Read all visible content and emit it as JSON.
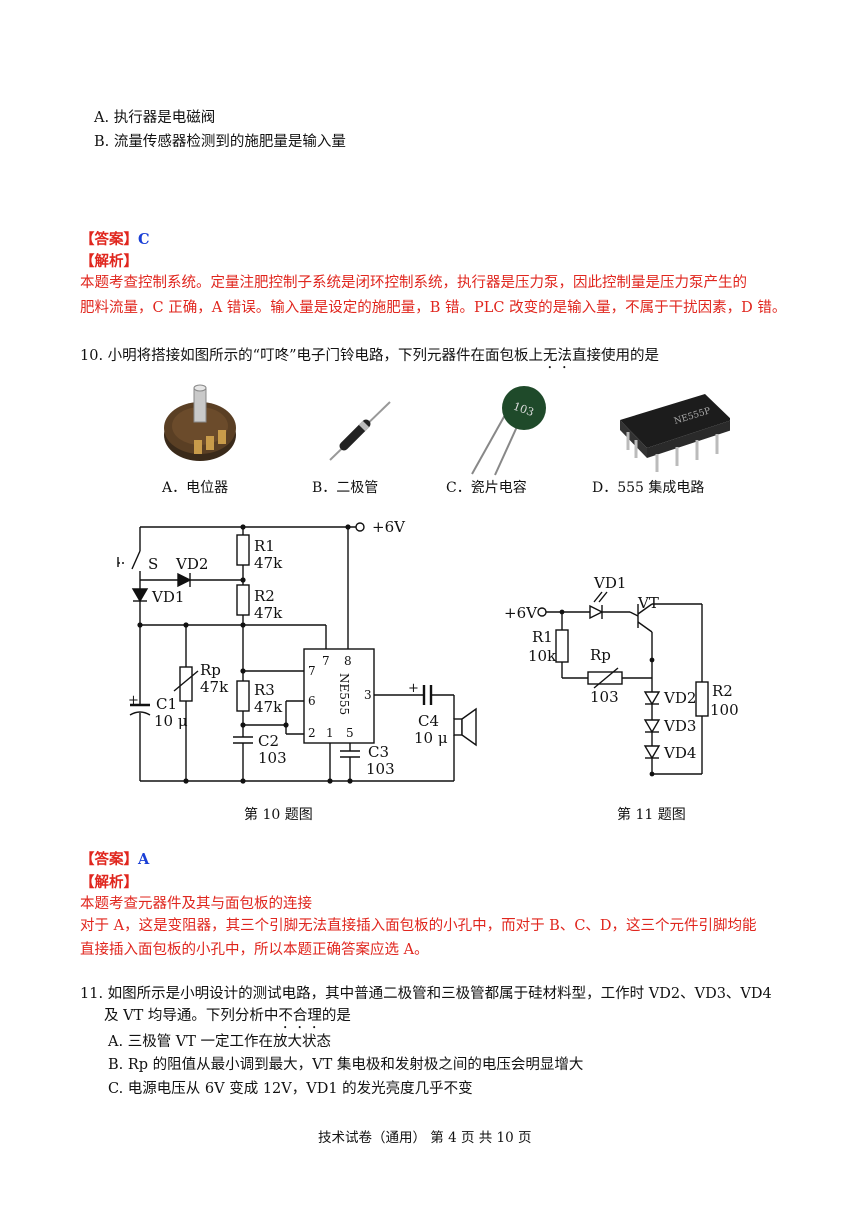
{
  "q9": {
    "optA": "A. 执行器是电磁阀",
    "optB": "B. 流量传感器检测到的施肥量是输入量",
    "ans_label": "【答案】",
    "ans_value": "C",
    "analysis_label": "【解析】",
    "analysis_1": "本题考查控制系统。定量注肥控制子系统是闭环控制系统，执行器是压力泵，因此控制量是压力泵产生的",
    "analysis_2": "肥料流量，C 正确，A 错误。输入量是设定的施肥量，B 错。PLC 改变的是输入量，不属于干扰因素，D 错。"
  },
  "q10": {
    "stem_pre": "10. 小明将搭接如图所示的“叮咚”电子门铃电路，下列元器件在面包板上",
    "stem_emph": "无法",
    "stem_post": "直接使用的是",
    "comp_a": "A．电位器",
    "comp_b": "B．二极管",
    "comp_c": "C．瓷片电容",
    "comp_d": "D．555 集成电路",
    "cap_103": "103",
    "chip_text": "NE555P",
    "fig_caption": "第 10 题图",
    "ans_label": "【答案】",
    "ans_value": "A",
    "analysis_label": "【解析】",
    "analysis_1": "本题考查元器件及其与面包板的连接",
    "analysis_2": "对于 A，这是变阻器，其三个引脚无法直接插入面包板的小孔中，而对于 B、C、D，这三个元件引脚均能",
    "analysis_3": "直接插入面包板的小孔中，所以本题正确答案应选 A。"
  },
  "circuit10": {
    "vcc": "+6V",
    "s": "S",
    "vd2": "VD2",
    "vd1": "VD1",
    "r1": "R1",
    "r1v": "47k",
    "r2": "R2",
    "r2v": "47k",
    "rp": "Rp",
    "rpv": "47k",
    "r3": "R3",
    "r3v": "47k",
    "c1": "C1",
    "c1v": "10 μ",
    "c2": "C2",
    "c2v": "103",
    "c3": "C3",
    "c3v": "103",
    "c4": "C4",
    "c4v": "10 μ",
    "ic": "NE555",
    "pin7": "7",
    "pin8": "8",
    "pin6": "6",
    "pin3": "3",
    "pin2": "2",
    "pin1": "1",
    "pin5": "5",
    "plus": "+"
  },
  "circuit11": {
    "vcc": "+6V",
    "vd1": "VD1",
    "vt": "VT",
    "r1": "R1",
    "r1v": "10k",
    "rp": "Rp",
    "rpv": "103",
    "r2": "R2",
    "r2v": "100",
    "vd2": "VD2",
    "vd3": "VD3",
    "vd4": "VD4",
    "fig_caption": "第 11 题图"
  },
  "q11": {
    "stem_1": "11. 如图所示是小明设计的测试电路，其中普通二极管和三极管都属于硅材料型，工作时 VD2、VD3、VD4",
    "stem_2_pre": "及 VT 均导通。下列分析中",
    "stem_2_emph": "不合理",
    "stem_2_post": "的是",
    "optA": "A. 三极管 VT 一定工作在放大状态",
    "optB": "B. Rp 的阻值从最小调到最大，VT 集电极和发射极之间的电压会明显增大",
    "optC": "C.  电源电压从 6V 变成 12V，VD1 的发光亮度几乎不变"
  },
  "footer": "技术试卷（通用）   第 4 页  共 10 页"
}
